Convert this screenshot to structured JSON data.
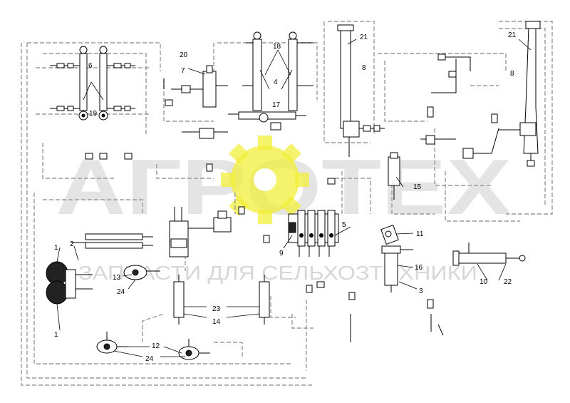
{
  "watermark": {
    "brand": "АГРОТЕХ",
    "tagline": "ЗАПЧАСТИ ДЛЯ СЕЛЬХОЗТЕХНИКИ",
    "colors": {
      "gear": "#f2ef3a",
      "text": "#cfcfcf"
    }
  },
  "callouts": {
    "c1_top": "1",
    "c1_bottom": "1",
    "c2": "2",
    "c3": "3",
    "c4": "4",
    "c5": "5",
    "c6": "6",
    "c7": "7",
    "c8_left": "8",
    "c8_right": "8",
    "c9": "9",
    "c10": "10",
    "c11": "11",
    "c12": "12",
    "c13": "13",
    "c14": "14",
    "c15": "15",
    "c16": "16",
    "c17": "17",
    "c18": "18",
    "c19": "19",
    "c20": "20",
    "c21_left": "21",
    "c21_right": "21",
    "c22": "22",
    "c23": "23",
    "c24_left": "24",
    "c24_bottom": "24"
  }
}
